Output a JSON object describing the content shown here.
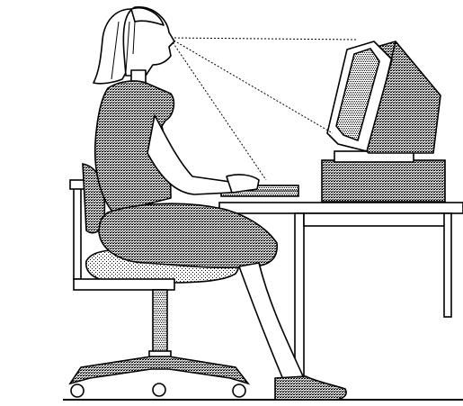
{
  "colors": {
    "ink": "#000000",
    "paper": "#ffffff",
    "dark_dither": "#6e6e6e",
    "light_dither": "#bdbdbd"
  },
  "scene": {
    "subject": "person-seated-at-computer-workstation",
    "elements": [
      "person",
      "office-chair",
      "desk",
      "keyboard",
      "monitor",
      "computer-base-unit",
      "sightlines",
      "floor"
    ]
  }
}
